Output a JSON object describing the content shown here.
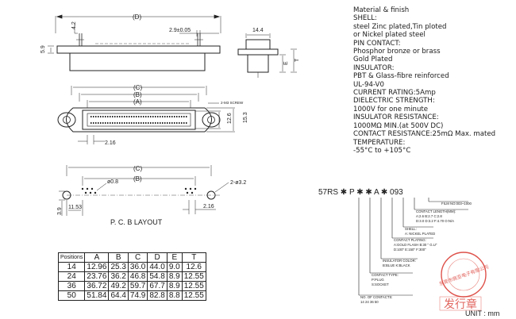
{
  "specs": {
    "lines": [
      "Material & finish",
      "SHELL:",
      "steel Zinc plated,Tin ploted",
      "or Nickel plated steel",
      "PIN CONTACT:",
      "Phosphor bronze or brass",
      "Gold Plated",
      "INSULATOR:",
      "PBT & Glass-fibre reinforced",
      "UL-94-V0",
      "CURRENT RATING:5Amp",
      "DIELECTRIC STRENGTH:",
      "1000V for one minute",
      "INSULATOR RESISTANCE:",
      "1000MΩ MIN.(at 500V DC)",
      "CONTACT RESISTANCE:25mΩ Max. mated",
      "TEMPERATURE:",
      "-55°C to +105°C"
    ]
  },
  "drawing": {
    "dim_d": "(D)",
    "dim_c": "(C)",
    "dim_b": "(B)",
    "dim_a": "(A)",
    "dim_4_2": "4.2",
    "dim_2_9": "2.9±0.05",
    "dim_14_4": "14.4",
    "dim_5_9": "5.9",
    "dim_e": "E",
    "dim_t": "T",
    "dim_12_6": "12.6",
    "dim_15_3": "15.3",
    "dim_2_16_top": "2.16",
    "dim_m": "2-M3 SCREW",
    "dim_08": "ø0.8",
    "dim_32": "2-ø3.2",
    "dim_11_53": "11.53",
    "dim_3_9": "3.9",
    "dim_2_16_bottom": "2.16",
    "pcb_title": "P. C. B  LAYOUT"
  },
  "table": {
    "headers": [
      "Positions",
      "A",
      "B",
      "C",
      "D",
      "E",
      "T"
    ],
    "rows": [
      [
        "14",
        "12.96",
        "25.3",
        "36.0",
        "44.0",
        "9.0",
        "12.6"
      ],
      [
        "24",
        "23.76",
        "36.2",
        "46.8",
        "54.8",
        "8.9",
        "12.55"
      ],
      [
        "36",
        "36.72",
        "49.2",
        "59.7",
        "67.7",
        "8.9",
        "12.55"
      ],
      [
        "50",
        "51.84",
        "64.4",
        "74.9",
        "82.8",
        "8.8",
        "12.55"
      ]
    ]
  },
  "order": {
    "code": "57RS ✱ P ✱ ✱ A ✱ 093",
    "film_no": "FILM NO:003~1000",
    "contact_length_title": "CONTACT LENGTH(MM):",
    "contact_length_row1": "A:2.6    B:2.7    C:2.8",
    "contact_length_row2": "D:3.0    D:3.2    F:4.70    O:N/A",
    "shell_title": "SHELL:",
    "shell_value": "A: NICKEL PLATED",
    "plating_title": "CONTACT PLATING:",
    "plating_row1": "A:GOLD FLASH   B:30 \" G.U\"",
    "plating_row2": "D:100\" E:150\" F:300\"",
    "insulator_title": "INSULATOR COLOR:",
    "insulator_value": "B:BLUE  K:BLACK",
    "contact_type_title": "CONTACT TYPE:",
    "contact_type_row1": "P:PLUG",
    "contact_type_row2": "S:SOCKET",
    "no_contacts_title": "NO. OF CONTACTS:",
    "no_contacts_value": "14  24  36  50",
    "unit": "UNIT : mm",
    "stamp_text": "东莞市佩亚电子有限公司",
    "stamp_seal": "发行章"
  },
  "colors": {
    "line": "#222222",
    "stamp": "#d8332a"
  }
}
